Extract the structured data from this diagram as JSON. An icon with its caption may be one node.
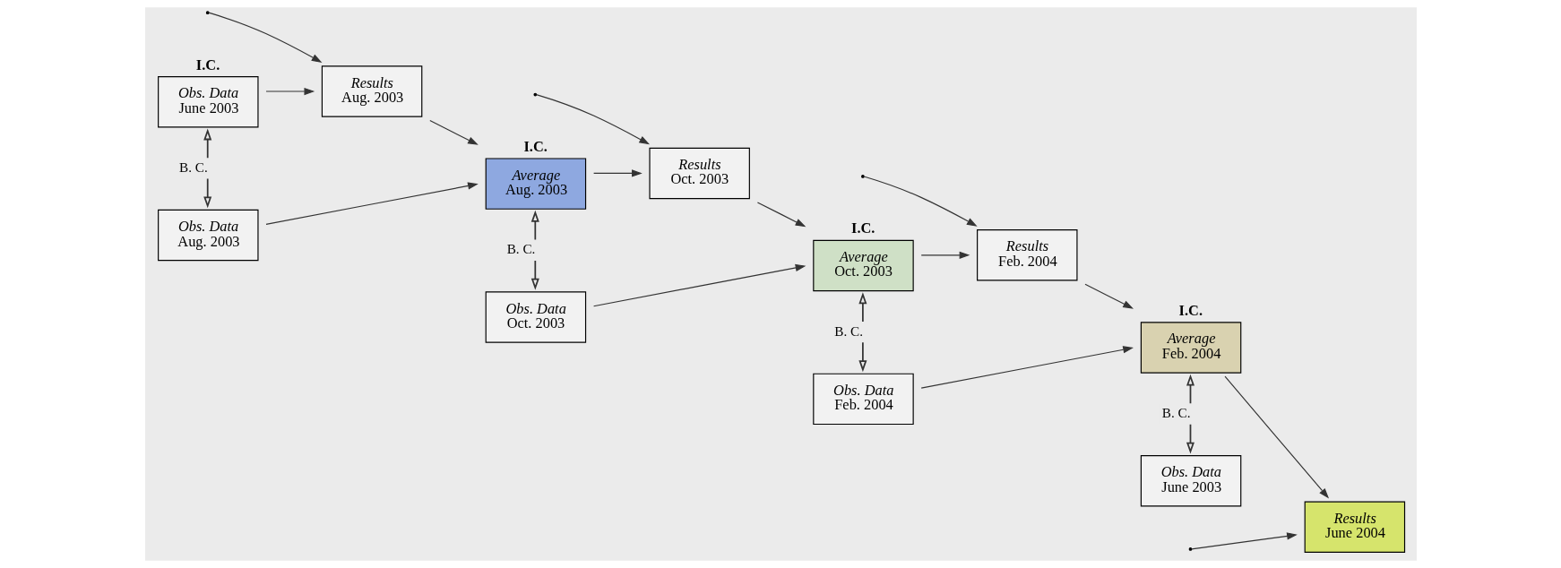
{
  "diagram": {
    "nodes": [
      {
        "text": [
          "Obs. Data",
          "June 2003"
        ],
        "beside": [
          "I.C."
        ]
      },
      {
        "text": [
          "Results",
          "Aug. 2003"
        ]
      },
      {
        "text": [
          "Obs. Data",
          "Aug. 2003"
        ]
      },
      {
        "text": [
          "Average",
          "Aug. 2003"
        ],
        "beside": [
          "I.C."
        ]
      },
      {
        "text": [
          "Results",
          "Oct. 2003"
        ]
      },
      {
        "text": [
          "Obs. Data",
          "Oct. 2003"
        ]
      },
      {
        "text": [
          "Average",
          "Oct. 2003"
        ],
        "beside": [
          "I.C."
        ]
      },
      {
        "text": [
          "Results",
          "Feb. 2004"
        ]
      },
      {
        "text": [
          "Obs. Data",
          "Feb. 2004"
        ]
      },
      {
        "text": [
          "Average",
          "Feb. 2004"
        ],
        "beside": [
          "I.C."
        ]
      },
      {
        "text": [
          "Results",
          "June 2004"
        ]
      },
      {
        "text": [
          "Obs. Data",
          "June 2003"
        ]
      }
    ],
    "edges": [
      {
        "from": 0,
        "to": 1,
        "arrow": "to"
      },
      {
        "from": 0,
        "to": 2,
        "arrow": "both",
        "label": "B. C."
      },
      {
        "from": null,
        "to": 1,
        "arrow": "to"
      },
      {
        "from": 1,
        "to": 3,
        "arrow": "to"
      },
      {
        "from": 2,
        "to": 3,
        "arrow": "to"
      },
      {
        "from": 3,
        "to": 4,
        "arrow": "to"
      },
      {
        "from": 3,
        "to": 5,
        "arrow": "both",
        "label": "B. C."
      },
      {
        "from": null,
        "to": 4,
        "arrow": "to"
      },
      {
        "from": 4,
        "to": 6,
        "arrow": "to"
      },
      {
        "from": 5,
        "to": 6,
        "arrow": "to"
      },
      {
        "from": 6,
        "to": 7,
        "arrow": "to"
      },
      {
        "from": 6,
        "to": 8,
        "arrow": "both",
        "label": "B. C."
      },
      {
        "from": null,
        "to": 7,
        "arrow": "to"
      },
      {
        "from": 7,
        "to": 9,
        "arrow": "to"
      },
      {
        "from": 8,
        "to": 9,
        "arrow": "to"
      },
      {
        "from": 9,
        "to": 10,
        "arrow": "to"
      },
      {
        "from": 9,
        "to": 11,
        "arrow": "both",
        "label": "B. C."
      },
      {
        "from": null,
        "to": 10,
        "arrow": "to"
      }
    ]
  }
}
